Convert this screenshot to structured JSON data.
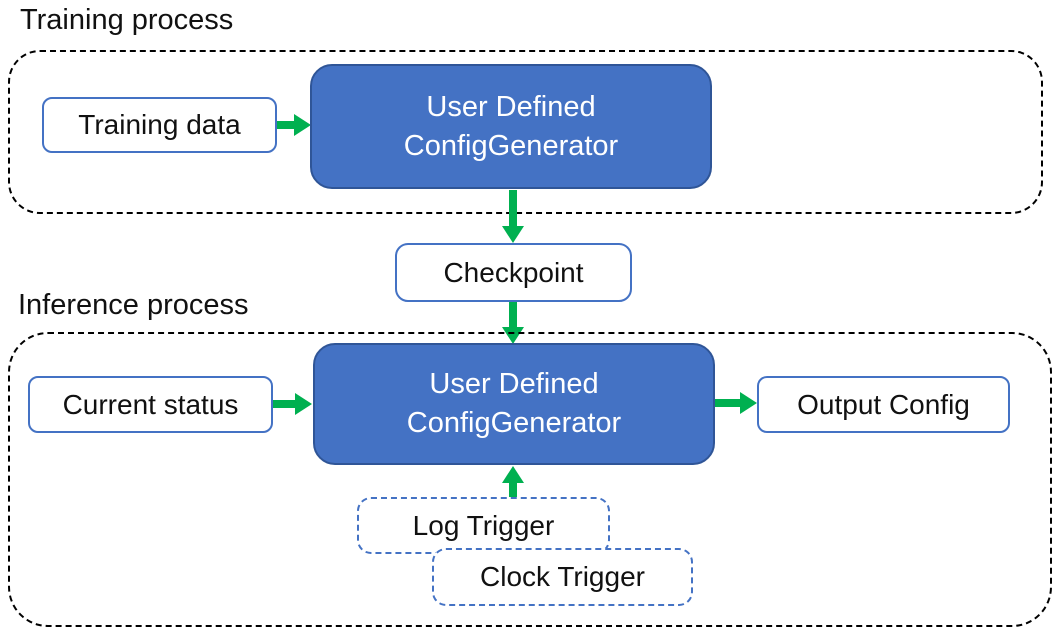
{
  "colors": {
    "node_fill_blue": "#4472C4",
    "node_border_dark_blue": "#2F5597",
    "light_box_border_blue": "#4472C4",
    "trigger_dashed_border_blue": "#4472C4",
    "arrow_green": "#00B050",
    "dashed_container_black": "#000000",
    "text_dark": "#111111",
    "text_on_blue": "#FFFFFF"
  },
  "training": {
    "title": "Training process",
    "input_label": "Training data",
    "generator_line1": "User Defined",
    "generator_line2": "ConfigGenerator"
  },
  "checkpoint": {
    "label": "Checkpoint"
  },
  "inference": {
    "title": "Inference process",
    "input_label": "Current status",
    "generator_line1": "User Defined",
    "generator_line2": "ConfigGenerator",
    "output_label": "Output Config",
    "log_trigger_label": "Log Trigger",
    "clock_trigger_label": "Clock Trigger"
  }
}
